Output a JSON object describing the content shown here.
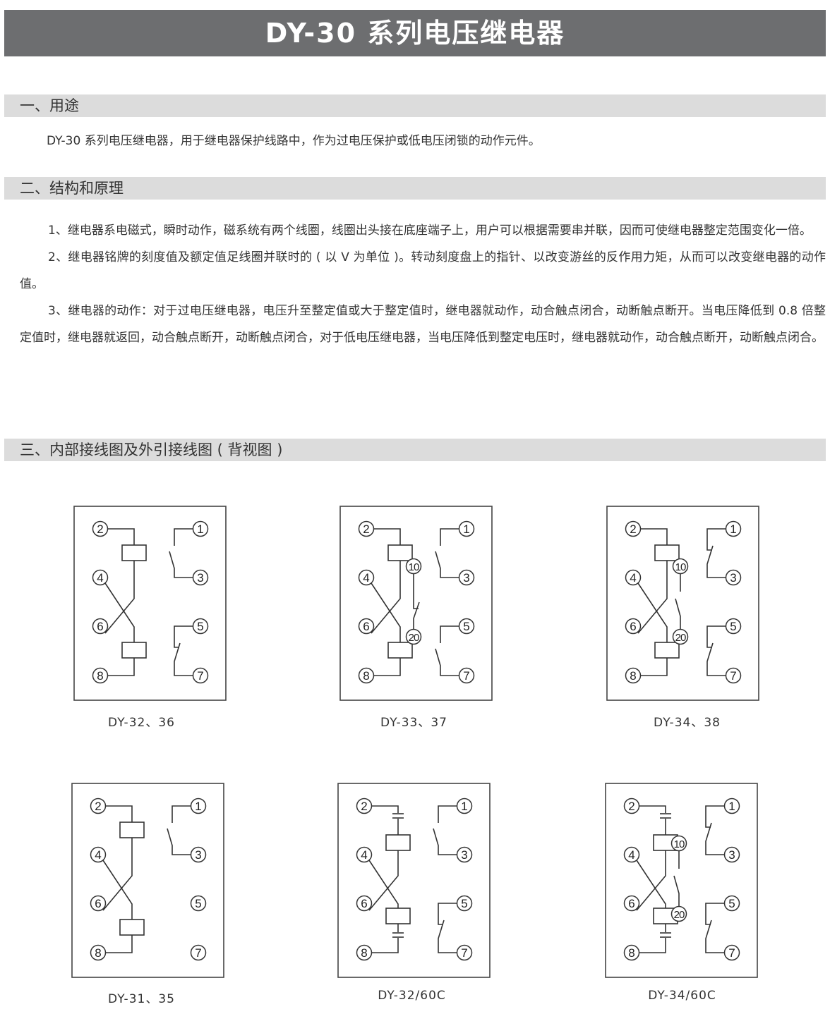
{
  "title": "DY-30 系列电压继电器",
  "sections": [
    {
      "heading": "一、用途"
    },
    {
      "heading": "二、结构和原理"
    },
    {
      "heading": "三、内部接线图及外引接线图 ( 背视图 )"
    }
  ],
  "usage_text": "DY-30 系列电压继电器，用于继电器保护线路中，作为过电压保护或低电压闭锁的动作元件。",
  "principle": [
    "1、继电器系电磁式，瞬时动作，磁系统有两个线圈，线圈出头接在底座端子上，用户可以根据需要串并联，因而可使继电器整定范围变化一倍。",
    "2、继电器铭牌的刻度值及额定值足线圈并联时的 ( 以 V 为单位 )。转动刻度盘上的指针、以改变游丝的反作用力矩，从而可以改变继电器的动作值。",
    "3、继电器的动作：对于过电压继电器，电压升至整定值或大于整定值时，继电器就动作，动合触点闭合，动断触点断开。当电压降低到 0.8 倍整定值时，继电器就返回，动合触点断开，动断触点闭合，对于低电压继电器，当电压降低到整定电压时，继电器就动作，动合触点断开，动断触点闭合。"
  ],
  "diagrams": [
    {
      "caption": "DY-32、36",
      "top": "no",
      "bottom": "nc",
      "aux": "none",
      "caps": false
    },
    {
      "caption": "DY-33、37",
      "top": "no",
      "bottom": "no",
      "aux": "closed",
      "caps": false
    },
    {
      "caption": "DY-34、38",
      "top": "nc",
      "bottom": "nc",
      "aux": "open",
      "caps": false
    },
    {
      "caption": "DY-31、35",
      "top": "no",
      "bottom": "none",
      "aux": "none",
      "caps": false
    },
    {
      "caption": "DY-32/60C",
      "top": "no",
      "bottom": "nc",
      "aux": "none",
      "caps": true
    },
    {
      "caption": "DY-34/60C",
      "top": "nc",
      "bottom": "nc",
      "aux": "open",
      "caps": true
    }
  ]
}
